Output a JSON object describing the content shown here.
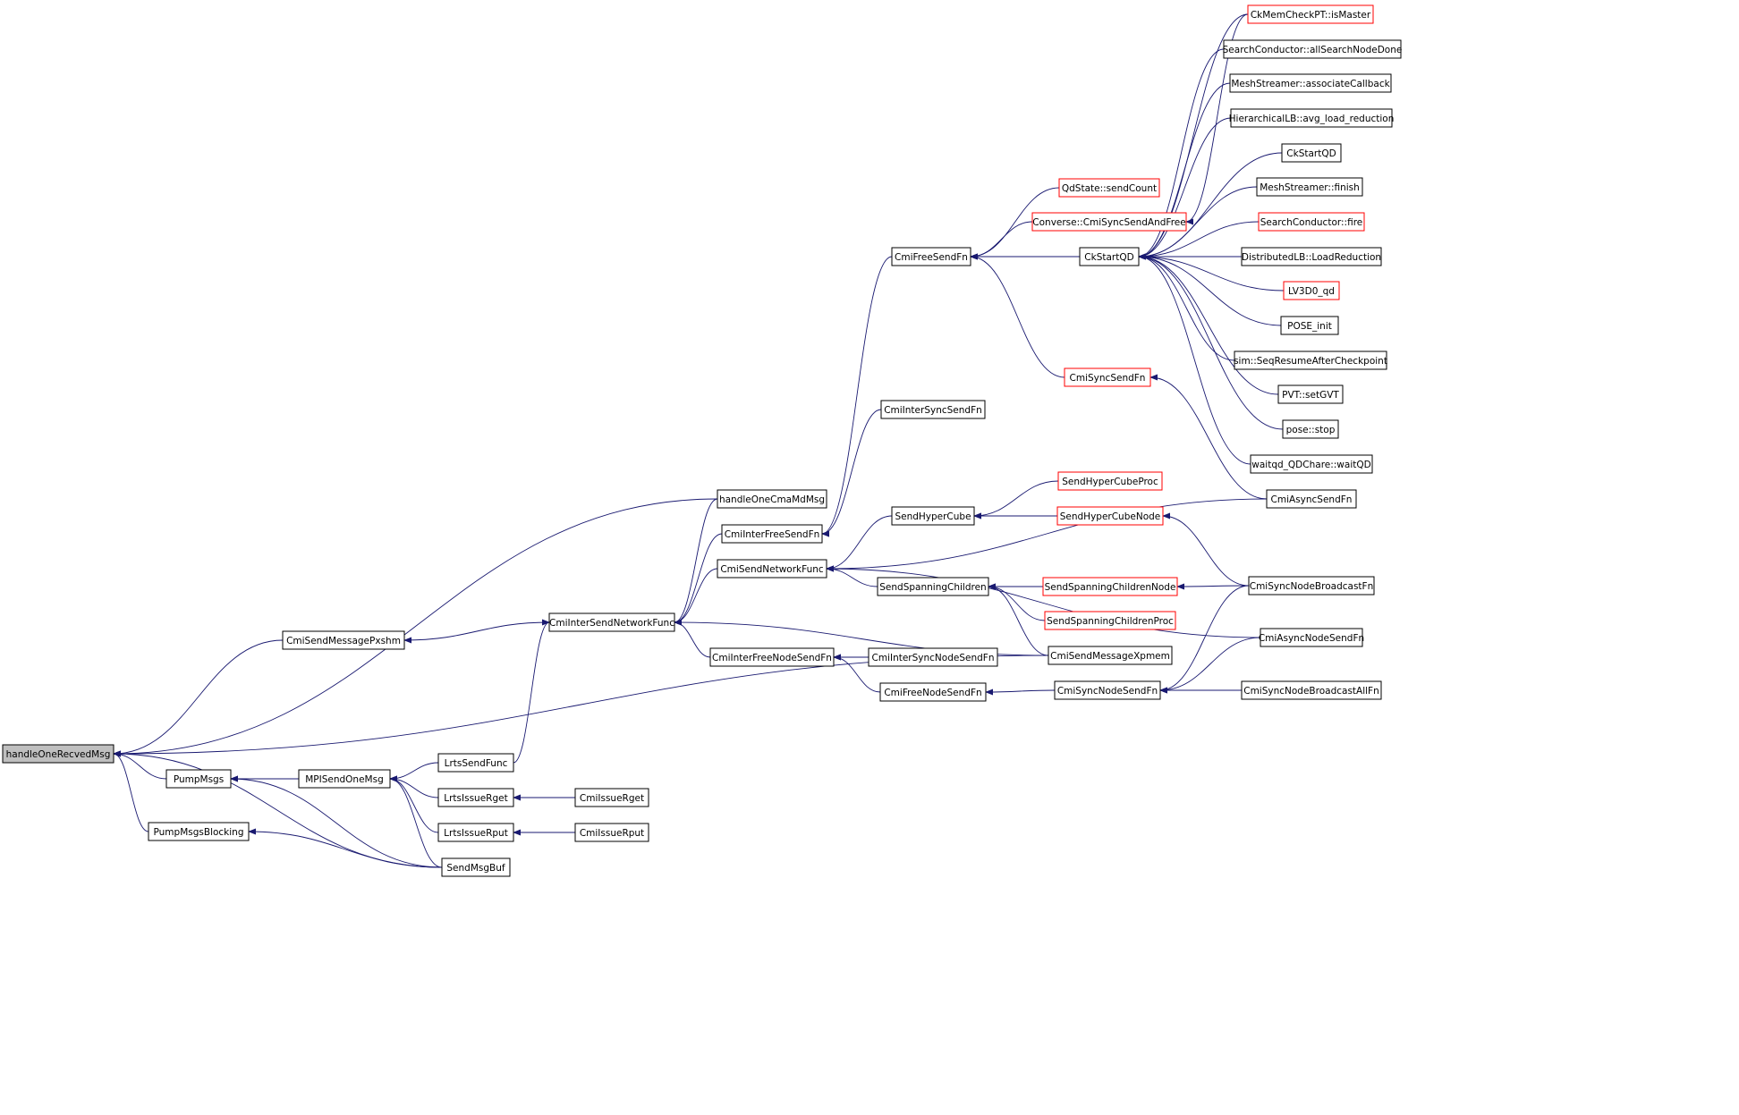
{
  "diagram": {
    "type": "caller-graph",
    "colors": {
      "edge": "#191970",
      "root_fill": "#bfbfbf",
      "node_fill": "#ffffff",
      "node_border": "#000000",
      "truncated_border": "#ff0000"
    },
    "nodes": [
      {
        "id": "handleOneRecvedMsg",
        "label": "handleOneRecvedMsg",
        "style": "root"
      },
      {
        "id": "PumpMsgs",
        "label": "PumpMsgs"
      },
      {
        "id": "PumpMsgsBlocking",
        "label": "PumpMsgsBlocking"
      },
      {
        "id": "CmiSendMessagePxshm",
        "label": "CmiSendMessagePxshm"
      },
      {
        "id": "MPISendOneMsg",
        "label": "MPISendOneMsg"
      },
      {
        "id": "LrtsSendFunc",
        "label": "LrtsSendFunc"
      },
      {
        "id": "LrtsIssueRget",
        "label": "LrtsIssueRget"
      },
      {
        "id": "LrtsIssueRput",
        "label": "LrtsIssueRput"
      },
      {
        "id": "SendMsgBuf",
        "label": "SendMsgBuf"
      },
      {
        "id": "CmiIssueRget",
        "label": "CmiIssueRget"
      },
      {
        "id": "CmiIssueRput",
        "label": "CmiIssueRput"
      },
      {
        "id": "CmiInterSendNetworkFunc",
        "label": "CmiInterSendNetworkFunc"
      },
      {
        "id": "handleOneCmaMdMsg",
        "label": "handleOneCmaMdMsg"
      },
      {
        "id": "CmiInterFreeSendFn",
        "label": "CmiInterFreeSendFn"
      },
      {
        "id": "CmiSendNetworkFunc",
        "label": "CmiSendNetworkFunc"
      },
      {
        "id": "CmiInterFreeNodeSendFn",
        "label": "CmiInterFreeNodeSendFn"
      },
      {
        "id": "CmiFreeSendFn",
        "label": "CmiFreeSendFn"
      },
      {
        "id": "CmiInterSyncSendFn",
        "label": "CmiInterSyncSendFn"
      },
      {
        "id": "SendHyperCube",
        "label": "SendHyperCube"
      },
      {
        "id": "SendSpanningChildren",
        "label": "SendSpanningChildren"
      },
      {
        "id": "CmiInterSyncNodeSendFn",
        "label": "CmiInterSyncNodeSendFn"
      },
      {
        "id": "CmiFreeNodeSendFn",
        "label": "CmiFreeNodeSendFn"
      },
      {
        "id": "QdStateSendCount",
        "label": "QdState::sendCount",
        "style": "truncated"
      },
      {
        "id": "ConverseCmiSyncSendAndFree",
        "label": "Converse::CmiSyncSendAndFree",
        "style": "truncated"
      },
      {
        "id": "CkStartQD1",
        "label": "CkStartQD"
      },
      {
        "id": "CmiSyncSendFn",
        "label": "CmiSyncSendFn",
        "style": "truncated"
      },
      {
        "id": "SendHyperCubeProc",
        "label": "SendHyperCubeProc",
        "style": "truncated"
      },
      {
        "id": "SendHyperCubeNode",
        "label": "SendHyperCubeNode",
        "style": "truncated"
      },
      {
        "id": "SendSpanningChildrenNode",
        "label": "SendSpanningChildrenNode",
        "style": "truncated"
      },
      {
        "id": "SendSpanningChildrenProc",
        "label": "SendSpanningChildrenProc",
        "style": "truncated"
      },
      {
        "id": "CmiSendMessageXpmem",
        "label": "CmiSendMessageXpmem"
      },
      {
        "id": "CmiSyncNodeSendFn",
        "label": "CmiSyncNodeSendFn"
      },
      {
        "id": "CkMemCheckPTIsMaster",
        "label": "CkMemCheckPT::isMaster",
        "style": "truncated"
      },
      {
        "id": "SearchConductorAllSearchNodeDone",
        "label": "SearchConductor::allSearchNodeDone"
      },
      {
        "id": "MeshStreamerAssociateCallback",
        "label": "MeshStreamer::associateCallback"
      },
      {
        "id": "HierarchicalLBAvgLoadReduction",
        "label": "HierarchicalLB::avg_load_reduction"
      },
      {
        "id": "CkStartQD2",
        "label": "CkStartQD"
      },
      {
        "id": "MeshStreamerFinish",
        "label": "MeshStreamer::finish"
      },
      {
        "id": "SearchConductorFire",
        "label": "SearchConductor::fire",
        "style": "truncated"
      },
      {
        "id": "DistributedLBLoadReduction",
        "label": "DistributedLB::LoadReduction"
      },
      {
        "id": "LV3D0qd",
        "label": "LV3D0_qd",
        "style": "truncated"
      },
      {
        "id": "POSEinit",
        "label": "POSE_init"
      },
      {
        "id": "simSeqResumeAfterCheckpoint",
        "label": "sim::SeqResumeAfterCheckpoint"
      },
      {
        "id": "PVTsetGVT",
        "label": "PVT::setGVT"
      },
      {
        "id": "poseStop",
        "label": "pose::stop"
      },
      {
        "id": "waitqdQDChareWaitQD",
        "label": "waitqd_QDChare::waitQD"
      },
      {
        "id": "CmiAsyncSendFn",
        "label": "CmiAsyncSendFn"
      },
      {
        "id": "CmiSyncNodeBroadcastFn",
        "label": "CmiSyncNodeBroadcastFn"
      },
      {
        "id": "CmiAsyncNodeSendFn",
        "label": "CmiAsyncNodeSendFn"
      },
      {
        "id": "CmiSyncNodeBroadcastAllFn",
        "label": "CmiSyncNodeBroadcastAllFn"
      }
    ],
    "edges": [
      {
        "from": "handleOneCmaMdMsg",
        "to": "handleOneRecvedMsg"
      },
      {
        "from": "CmiSendMessagePxshm",
        "to": "handleOneRecvedMsg"
      },
      {
        "from": "CmiSendMessageXpmem",
        "to": "handleOneRecvedMsg"
      },
      {
        "from": "PumpMsgs",
        "to": "handleOneRecvedMsg"
      },
      {
        "from": "PumpMsgsBlocking",
        "to": "handleOneRecvedMsg"
      },
      {
        "from": "SendMsgBuf",
        "to": "handleOneRecvedMsg"
      },
      {
        "from": "MPISendOneMsg",
        "to": "PumpMsgs"
      },
      {
        "from": "SendMsgBuf",
        "to": "PumpMsgs"
      },
      {
        "from": "SendMsgBuf",
        "to": "PumpMsgsBlocking"
      },
      {
        "from": "LrtsSendFunc",
        "to": "MPISendOneMsg"
      },
      {
        "from": "LrtsIssueRget",
        "to": "MPISendOneMsg"
      },
      {
        "from": "LrtsIssueRput",
        "to": "MPISendOneMsg"
      },
      {
        "from": "SendMsgBuf",
        "to": "MPISendOneMsg"
      },
      {
        "from": "CmiIssueRget",
        "to": "LrtsIssueRget"
      },
      {
        "from": "CmiIssueRput",
        "to": "LrtsIssueRput"
      },
      {
        "from": "CmiInterSendNetworkFunc",
        "to": "CmiSendMessagePxshm"
      },
      {
        "from": "LrtsSendFunc",
        "to": "CmiInterSendNetworkFunc"
      },
      {
        "from": "handleOneCmaMdMsg",
        "to": "CmiInterSendNetworkFunc"
      },
      {
        "from": "CmiInterFreeSendFn",
        "to": "CmiInterSendNetworkFunc"
      },
      {
        "from": "CmiSendNetworkFunc",
        "to": "CmiInterSendNetworkFunc"
      },
      {
        "from": "CmiInterFreeNodeSendFn",
        "to": "CmiInterSendNetworkFunc"
      },
      {
        "from": "CmiSendMessageXpmem",
        "to": "CmiInterSendNetworkFunc"
      },
      {
        "from": "CmiFreeSendFn",
        "to": "CmiInterFreeSendFn"
      },
      {
        "from": "CmiInterSyncSendFn",
        "to": "CmiInterFreeSendFn"
      },
      {
        "from": "SendHyperCube",
        "to": "CmiSendNetworkFunc"
      },
      {
        "from": "SendSpanningChildren",
        "to": "CmiSendNetworkFunc"
      },
      {
        "from": "CmiAsyncSendFn",
        "to": "CmiSendNetworkFunc"
      },
      {
        "from": "CmiAsyncNodeSendFn",
        "to": "CmiSendNetworkFunc"
      },
      {
        "from": "CmiInterSyncNodeSendFn",
        "to": "CmiInterFreeNodeSendFn"
      },
      {
        "from": "CmiFreeNodeSendFn",
        "to": "CmiInterFreeNodeSendFn"
      },
      {
        "from": "QdStateSendCount",
        "to": "CmiFreeSendFn"
      },
      {
        "from": "ConverseCmiSyncSendAndFree",
        "to": "CmiFreeSendFn"
      },
      {
        "from": "CkStartQD1",
        "to": "CmiFreeSendFn"
      },
      {
        "from": "CmiSyncSendFn",
        "to": "CmiFreeSendFn"
      },
      {
        "from": "CkMemCheckPTIsMaster",
        "to": "ConverseCmiSyncSendAndFree"
      },
      {
        "from": "CmiAsyncSendFn",
        "to": "CmiSyncSendFn"
      },
      {
        "from": "SendHyperCubeProc",
        "to": "SendHyperCube"
      },
      {
        "from": "SendHyperCubeNode",
        "to": "SendHyperCube"
      },
      {
        "from": "CmiSyncNodeBroadcastFn",
        "to": "SendHyperCubeNode"
      },
      {
        "from": "SendSpanningChildrenNode",
        "to": "SendSpanningChildren"
      },
      {
        "from": "SendSpanningChildrenProc",
        "to": "SendSpanningChildren"
      },
      {
        "from": "CmiSendMessageXpmem",
        "to": "SendSpanningChildren"
      },
      {
        "from": "CmiSyncNodeBroadcastFn",
        "to": "SendSpanningChildrenNode"
      },
      {
        "from": "CmiSyncNodeSendFn",
        "to": "CmiFreeNodeSendFn"
      },
      {
        "from": "CmiSyncNodeBroadcastFn",
        "to": "CmiSyncNodeSendFn"
      },
      {
        "from": "CmiAsyncNodeSendFn",
        "to": "CmiSyncNodeSendFn"
      },
      {
        "from": "CmiSyncNodeBroadcastAllFn",
        "to": "CmiSyncNodeSendFn"
      },
      {
        "from": "CkMemCheckPTIsMaster",
        "to": "CkStartQD1"
      },
      {
        "from": "SearchConductorAllSearchNodeDone",
        "to": "CkStartQD1"
      },
      {
        "from": "MeshStreamerAssociateCallback",
        "to": "CkStartQD1"
      },
      {
        "from": "HierarchicalLBAvgLoadReduction",
        "to": "CkStartQD1"
      },
      {
        "from": "CkStartQD2",
        "to": "CkStartQD1"
      },
      {
        "from": "MeshStreamerFinish",
        "to": "CkStartQD1"
      },
      {
        "from": "SearchConductorFire",
        "to": "CkStartQD1"
      },
      {
        "from": "DistributedLBLoadReduction",
        "to": "CkStartQD1"
      },
      {
        "from": "LV3D0qd",
        "to": "CkStartQD1"
      },
      {
        "from": "POSEinit",
        "to": "CkStartQD1"
      },
      {
        "from": "simSeqResumeAfterCheckpoint",
        "to": "CkStartQD1"
      },
      {
        "from": "PVTsetGVT",
        "to": "CkStartQD1"
      },
      {
        "from": "poseStop",
        "to": "CkStartQD1"
      },
      {
        "from": "waitqdQDChareWaitQD",
        "to": "CkStartQD1"
      }
    ]
  }
}
